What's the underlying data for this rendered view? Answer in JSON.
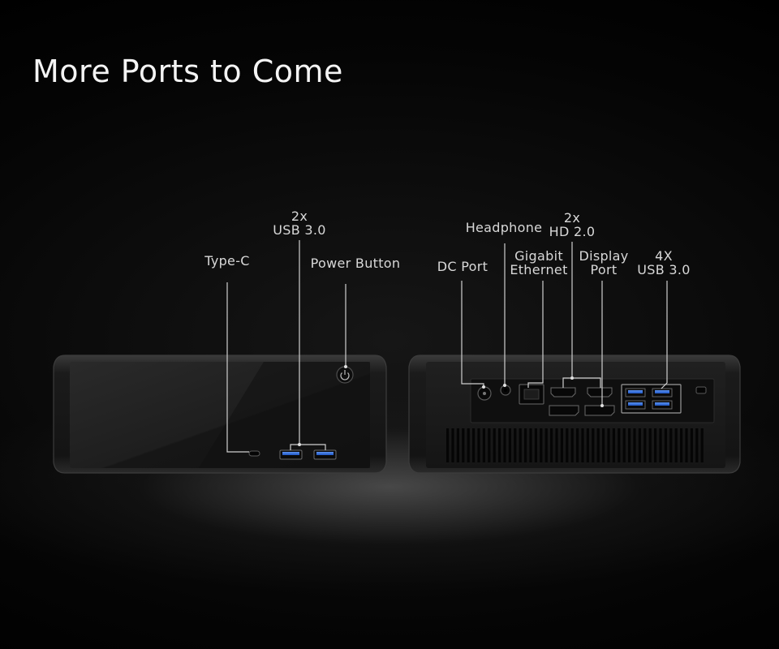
{
  "title": "More Ports to Come",
  "front_panel": {
    "labels": {
      "type_c": "Type-C",
      "usb_count": "2x",
      "usb_type": "USB 3.0",
      "power_button": "Power Button"
    }
  },
  "rear_panel": {
    "labels": {
      "dc_port": "DC Port",
      "headphone": "Headphone",
      "ethernet_line1": "Gigabit",
      "ethernet_line2": "Ethernet",
      "hdmi_count": "2x",
      "hdmi_type": "HD 2.0",
      "displayport_line1": "Display",
      "displayport_line2": "Port",
      "usb_count": "4X",
      "usb_type": "USB 3.0"
    }
  },
  "colors": {
    "chassis": "#1c1c1c",
    "usb_accent": "#2f6fe0",
    "callout_line": "#cfcfcf"
  }
}
